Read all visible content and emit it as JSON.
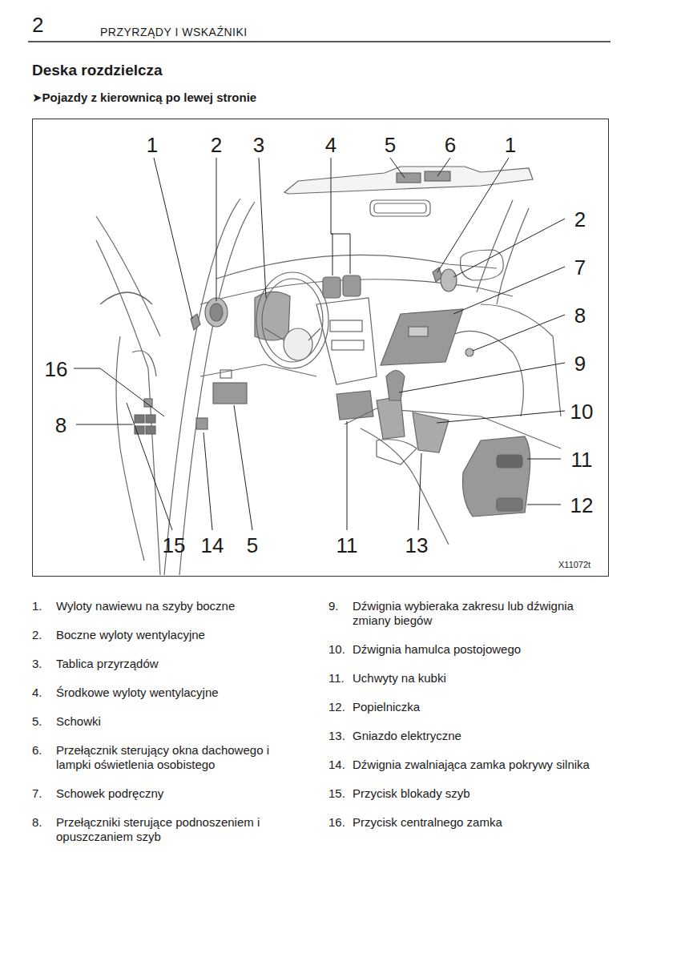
{
  "diagram": {
    "title": "Deska rozdzielcza",
    "labels": [
      "2",
      "PRZYRZĄDY I WSKAŹNIKI",
      "➤Pojazdy z kierownicą po lewej stronie",
      "1",
      "2",
      "3",
      "4",
      "5",
      "6",
      "1",
      "2",
      "7",
      "8",
      "9",
      "10",
      "11",
      "12",
      "16",
      "8",
      "15",
      "14",
      "5",
      "11",
      "13",
      "X11072t",
      "1.",
      "Wyloty nawiewu na szyby boczne",
      "2.",
      "Boczne wyloty wentylacyjne",
      "3.",
      "Tablica przyrządów",
      "4.",
      "Środkowe wyloty wentylacyjne",
      "5.",
      "Schowki",
      "6.",
      "Przełącznik sterujący okna dachowego i lampki oświetlenia osobistego",
      "7.",
      "Schowek podręczny",
      "8.",
      "Przełączniki sterujące podnoszeniem i opuszczaniem szyb",
      "9.",
      "Dźwignia wybieraka zakresu lub dźwignia zmiany biegów",
      "10.",
      "Dźwignia hamulca postojowego",
      "11.",
      "Uchwyty na kubki",
      "12.",
      "Popielniczka",
      "13.",
      "Gniazdo elektryczne",
      "14.",
      "Dźwignia zwalniająca zamka pokrywy silnika",
      "15.",
      "Przycisk blokady szyb",
      "16.",
      "Przycisk centralnego zamka"
    ]
  }
}
